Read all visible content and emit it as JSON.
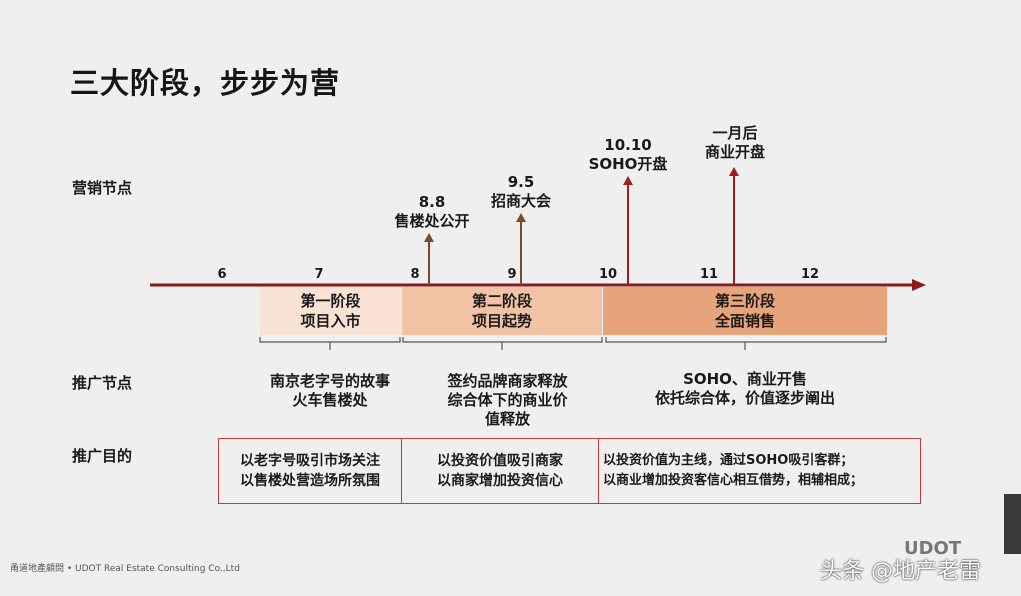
{
  "title": "三大阶段，步步为营",
  "rows": {
    "marketing": "营销节点",
    "promotion": "推广节点",
    "goal": "推广目的"
  },
  "months": [
    "6",
    "7",
    "8",
    "9",
    "10",
    "11",
    "12"
  ],
  "events": [
    {
      "date": "8.8",
      "label": "售楼处公开"
    },
    {
      "date": "9.5",
      "label": "招商大会"
    },
    {
      "date": "10.10",
      "label": "SOHO开盘"
    },
    {
      "date": "一月后",
      "label": "商业开盘"
    }
  ],
  "phases": [
    {
      "name": "第一阶段",
      "desc": "项目入市",
      "color": "#f8e2d6"
    },
    {
      "name": "第二阶段",
      "desc": "项目起势",
      "color": "#f2c2a4"
    },
    {
      "name": "第三阶段",
      "desc": "全面销售",
      "color": "#e7a47a"
    }
  ],
  "promotions": [
    [
      "南京老字号的故事",
      "火车售楼处"
    ],
    [
      "签约品牌商家释放",
      "综合体下的商业价",
      "值释放"
    ],
    [
      "SOHO、商业开售",
      "依托综合体，价值逐步阐出"
    ]
  ],
  "goals": [
    [
      "以老字号吸引市场关注",
      "以售楼处营造场所氛围"
    ],
    [
      "以投资价值吸引商家",
      "以商家增加投资信心"
    ],
    [
      "以投资价值为主线，通过SOHO吸引客群；",
      "以商业增加投资客信心相互借势，相辅相成；"
    ]
  ],
  "footer": "甬道地產顧問 • UDOT Real Estate Consulting Co.,Ltd",
  "watermark": "头条 @地产老雷",
  "logo": "UDOT",
  "colors": {
    "timeline": "#8b1a1a",
    "border": "#c53a3a"
  }
}
